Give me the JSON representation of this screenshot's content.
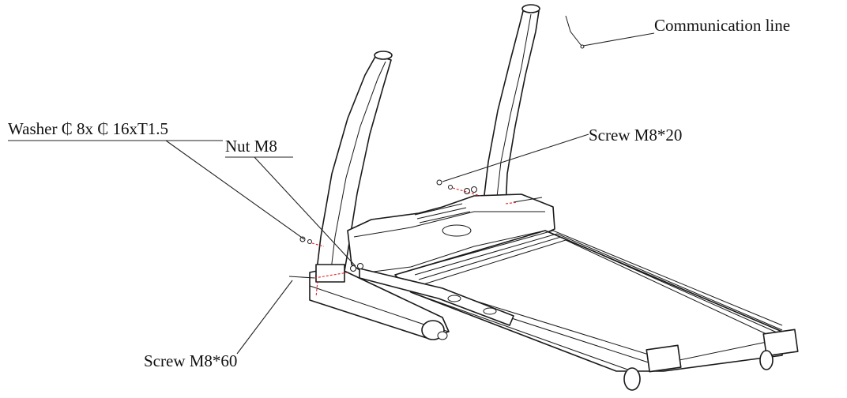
{
  "diagram": {
    "labels": {
      "communication_line": "Communication line",
      "washer": "Washer ₵ 8x ₵ 16xT1.5",
      "nut": "Nut M8",
      "screw_top": "Screw M8*20",
      "screw_bottom": "Screw M8*60"
    },
    "colors": {
      "line": "#1a1a1a",
      "assembly_path": "#e0262b",
      "background": "#ffffff"
    }
  }
}
